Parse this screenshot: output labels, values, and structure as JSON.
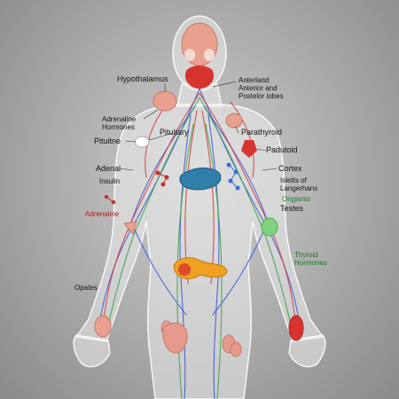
{
  "colors": {
    "background": "#a9a9a9",
    "body": "#e6e6e6",
    "red_nerve": "#d23b3b",
    "blue_nerve": "#3a55d6",
    "green_nerve": "#37a34a",
    "gland_red": "#d8342f",
    "gland_pink": "#e59a8d",
    "gland_orange": "#f0a022",
    "gland_teal": "#2f7fa8",
    "gland_green": "#7fd17f"
  },
  "labels": {
    "hypothalamus": "Hypothalamus",
    "anterland": "Anterland\nAnterior and\nPostelor lobes",
    "adrenaline_hormones": "Adrenaline\nHormones",
    "pituitary": "Pituitary",
    "parathyroid": "Parathyroid",
    "pituitne": "Pituitne",
    "padutoid": "Padutoid",
    "adenal": "Adenal",
    "cortex": "Cortex",
    "insulin": "Insulin",
    "isletts": "Isletts of\nLangerhans",
    "ongants": "Onglants",
    "adrenaline": "Adrenaline",
    "testes": "Testes",
    "thyroid_hormones": "Thyroid\nHormones",
    "opates": "Opates"
  }
}
